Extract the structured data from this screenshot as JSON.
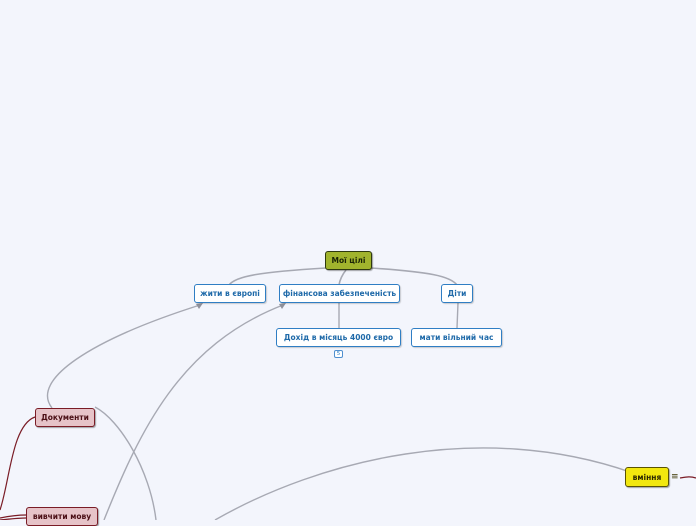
{
  "central": {
    "label": "Мої цілі"
  },
  "goals": [
    {
      "label": "жити в європі"
    },
    {
      "label": "фінансова забезпеченість"
    },
    {
      "label": "Діти"
    }
  ],
  "subgoals": [
    {
      "label": "Дохід в місяць 4000 євро",
      "count_badge": "5"
    },
    {
      "label": "мати вільний час"
    }
  ],
  "side_topics": [
    {
      "label": "Документи"
    },
    {
      "label": "вивчити мову"
    }
  ],
  "right_topic": {
    "label": "вміння",
    "icon": "notes-icon"
  },
  "colors": {
    "background": "#f3f5fc",
    "central": "#a1b42d",
    "subtopic_border": "#2f7ec4",
    "side_topic": "#e6c3c8",
    "right_topic": "#f2e70e",
    "link": "#a7a9b3",
    "dark_link": "#7a1c26"
  }
}
